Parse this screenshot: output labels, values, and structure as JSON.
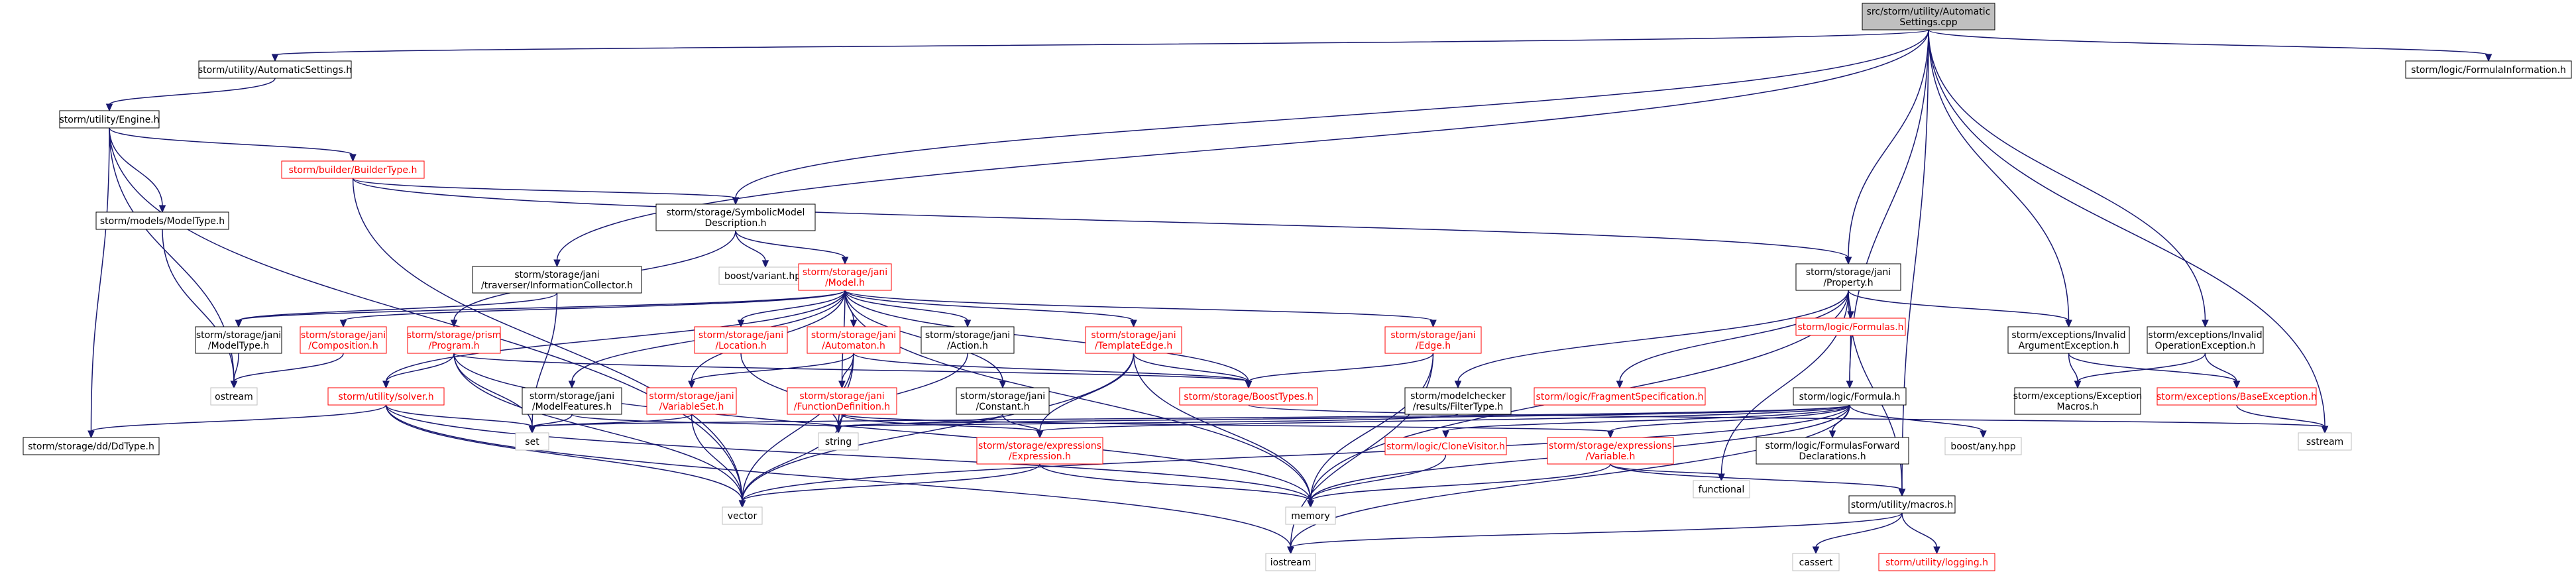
{
  "colors": {
    "edge": "#191970",
    "root_fill": "#bfbfbf",
    "box_stroke": "#000000",
    "missing_stroke": "#bfbfbf",
    "truncated_stroke": "#ff0000",
    "text_default": "#000000",
    "text_truncated": "#ff0000"
  },
  "nodes": [
    {
      "id": "root",
      "lines": [
        "src/storm/utility/Automatic",
        "Settings.cpp"
      ],
      "kind": "root"
    },
    {
      "id": "autoSettings",
      "lines": [
        "storm/utility/AutomaticSettings.h"
      ],
      "kind": "normal"
    },
    {
      "id": "engine",
      "lines": [
        "storm/utility/Engine.h"
      ],
      "kind": "normal"
    },
    {
      "id": "builderType",
      "lines": [
        "storm/builder/BuilderType.h"
      ],
      "kind": "truncated"
    },
    {
      "id": "modelType",
      "lines": [
        "storm/models/ModelType.h"
      ],
      "kind": "normal"
    },
    {
      "id": "symDesc",
      "lines": [
        "storm/storage/SymbolicModel",
        "Description.h"
      ],
      "kind": "normal"
    },
    {
      "id": "traverser",
      "lines": [
        "storm/storage/jani",
        "/traverser/InformationCollector.h"
      ],
      "kind": "normal"
    },
    {
      "id": "janiProperty",
      "lines": [
        "storm/storage/jani",
        "/Property.h"
      ],
      "kind": "normal"
    },
    {
      "id": "formulaInfo",
      "lines": [
        "storm/logic/FormulaInformation.h"
      ],
      "kind": "normal"
    },
    {
      "id": "boostVariant",
      "lines": [
        "boost/variant.hpp"
      ],
      "kind": "missing"
    },
    {
      "id": "janiModel",
      "lines": [
        "storm/storage/jani",
        "/Model.h"
      ],
      "kind": "truncated"
    },
    {
      "id": "janiModelType",
      "lines": [
        "storm/storage/jani",
        "/ModelType.h"
      ],
      "kind": "normal"
    },
    {
      "id": "composition",
      "lines": [
        "storm/storage/jani",
        "/Composition.h"
      ],
      "kind": "truncated"
    },
    {
      "id": "prismProgram",
      "lines": [
        "storm/storage/prism",
        "/Program.h"
      ],
      "kind": "truncated"
    },
    {
      "id": "location",
      "lines": [
        "storm/storage/jani",
        "/Location.h"
      ],
      "kind": "truncated"
    },
    {
      "id": "automaton",
      "lines": [
        "storm/storage/jani",
        "/Automaton.h"
      ],
      "kind": "truncated"
    },
    {
      "id": "action",
      "lines": [
        "storm/storage/jani",
        "/Action.h"
      ],
      "kind": "normal"
    },
    {
      "id": "templateEdge",
      "lines": [
        "storm/storage/jani",
        "/TemplateEdge.h"
      ],
      "kind": "truncated"
    },
    {
      "id": "janiEdge",
      "lines": [
        "storm/storage/jani",
        "/Edge.h"
      ],
      "kind": "truncated"
    },
    {
      "id": "ostream",
      "lines": [
        "ostream"
      ],
      "kind": "missing"
    },
    {
      "id": "solver",
      "lines": [
        "storm/utility/solver.h"
      ],
      "kind": "truncated"
    },
    {
      "id": "ddType",
      "lines": [
        "storm/storage/dd/DdType.h"
      ],
      "kind": "normal"
    },
    {
      "id": "modelFeatures",
      "lines": [
        "storm/storage/jani",
        "/ModelFeatures.h"
      ],
      "kind": "normal"
    },
    {
      "id": "variableSet",
      "lines": [
        "storm/storage/jani",
        "/VariableSet.h"
      ],
      "kind": "truncated"
    },
    {
      "id": "funcDef",
      "lines": [
        "storm/storage/jani",
        "/FunctionDefinition.h"
      ],
      "kind": "truncated"
    },
    {
      "id": "constant",
      "lines": [
        "storm/storage/jani",
        "/Constant.h"
      ],
      "kind": "normal"
    },
    {
      "id": "boostTypes",
      "lines": [
        "storm/storage/BoostTypes.h"
      ],
      "kind": "truncated"
    },
    {
      "id": "filterType",
      "lines": [
        "storm/modelchecker",
        "/results/FilterType.h"
      ],
      "kind": "normal"
    },
    {
      "id": "fragmentSpec",
      "lines": [
        "storm/logic/FragmentSpecification.h"
      ],
      "kind": "truncated"
    },
    {
      "id": "logicFormulas",
      "lines": [
        "storm/logic/Formulas.h"
      ],
      "kind": "truncated"
    },
    {
      "id": "logicFormula",
      "lines": [
        "storm/logic/Formula.h"
      ],
      "kind": "normal"
    },
    {
      "id": "invalidArg",
      "lines": [
        "storm/exceptions/Invalid",
        "ArgumentException.h"
      ],
      "kind": "normal"
    },
    {
      "id": "invalidOp",
      "lines": [
        "storm/exceptions/Invalid",
        "OperationException.h"
      ],
      "kind": "normal"
    },
    {
      "id": "excMacros",
      "lines": [
        "storm/exceptions/Exception",
        "Macros.h"
      ],
      "kind": "normal"
    },
    {
      "id": "baseException",
      "lines": [
        "storm/exceptions/BaseException.h"
      ],
      "kind": "truncated"
    },
    {
      "id": "set",
      "lines": [
        "set"
      ],
      "kind": "missing"
    },
    {
      "id": "string",
      "lines": [
        "string"
      ],
      "kind": "missing"
    },
    {
      "id": "exprExpression",
      "lines": [
        "storm/storage/expressions",
        "/Expression.h"
      ],
      "kind": "truncated"
    },
    {
      "id": "cloneVisitor",
      "lines": [
        "storm/logic/CloneVisitor.h"
      ],
      "kind": "truncated"
    },
    {
      "id": "exprVariable",
      "lines": [
        "storm/storage/expressions",
        "/Variable.h"
      ],
      "kind": "truncated"
    },
    {
      "id": "formulasForward",
      "lines": [
        "storm/logic/FormulasForward",
        "Declarations.h"
      ],
      "kind": "normal"
    },
    {
      "id": "boostAny",
      "lines": [
        "boost/any.hpp"
      ],
      "kind": "missing"
    },
    {
      "id": "sstream",
      "lines": [
        "sstream"
      ],
      "kind": "missing"
    },
    {
      "id": "vector",
      "lines": [
        "vector"
      ],
      "kind": "missing"
    },
    {
      "id": "memory",
      "lines": [
        "memory"
      ],
      "kind": "missing"
    },
    {
      "id": "functional",
      "lines": [
        "functional"
      ],
      "kind": "missing"
    },
    {
      "id": "macros",
      "lines": [
        "storm/utility/macros.h"
      ],
      "kind": "normal"
    },
    {
      "id": "iostream",
      "lines": [
        "iostream"
      ],
      "kind": "missing"
    },
    {
      "id": "cassert",
      "lines": [
        "cassert"
      ],
      "kind": "missing"
    },
    {
      "id": "logging",
      "lines": [
        "storm/utility/logging.h"
      ],
      "kind": "truncated"
    }
  ],
  "edges": [
    [
      "root",
      "autoSettings"
    ],
    [
      "root",
      "symDesc"
    ],
    [
      "root",
      "traverser"
    ],
    [
      "root",
      "janiProperty"
    ],
    [
      "root",
      "logicFormula"
    ],
    [
      "root",
      "invalidArg"
    ],
    [
      "root",
      "invalidOp"
    ],
    [
      "root",
      "sstream"
    ],
    [
      "root",
      "macros"
    ],
    [
      "root",
      "formulaInfo"
    ],
    [
      "autoSettings",
      "engine"
    ],
    [
      "engine",
      "builderType"
    ],
    [
      "engine",
      "modelType"
    ],
    [
      "engine",
      "ostream"
    ],
    [
      "engine",
      "ddType"
    ],
    [
      "engine",
      "vector"
    ],
    [
      "builderType",
      "symDesc"
    ],
    [
      "builderType",
      "janiProperty"
    ],
    [
      "builderType",
      "vector"
    ],
    [
      "modelType",
      "ostream"
    ],
    [
      "symDesc",
      "boostVariant"
    ],
    [
      "symDesc",
      "janiModel"
    ],
    [
      "symDesc",
      "prismProgram"
    ],
    [
      "traverser",
      "janiModelType"
    ],
    [
      "traverser",
      "set"
    ],
    [
      "janiModel",
      "janiModelType"
    ],
    [
      "janiModel",
      "composition"
    ],
    [
      "janiModel",
      "location"
    ],
    [
      "janiModel",
      "automaton"
    ],
    [
      "janiModel",
      "action"
    ],
    [
      "janiModel",
      "templateEdge"
    ],
    [
      "janiModel",
      "janiEdge"
    ],
    [
      "janiModel",
      "solver"
    ],
    [
      "janiModel",
      "modelFeatures"
    ],
    [
      "janiModel",
      "variableSet"
    ],
    [
      "janiModel",
      "funcDef"
    ],
    [
      "janiModel",
      "constant"
    ],
    [
      "janiModel",
      "boostTypes"
    ],
    [
      "janiModel",
      "memory"
    ],
    [
      "janiModelType",
      "ostream"
    ],
    [
      "composition",
      "ostream"
    ],
    [
      "prismProgram",
      "solver"
    ],
    [
      "prismProgram",
      "boostTypes"
    ],
    [
      "prismProgram",
      "set"
    ],
    [
      "prismProgram",
      "vector"
    ],
    [
      "prismProgram",
      "memory"
    ],
    [
      "location",
      "string"
    ],
    [
      "automaton",
      "variableSet"
    ],
    [
      "automaton",
      "funcDef"
    ],
    [
      "automaton",
      "boostTypes"
    ],
    [
      "automaton",
      "string"
    ],
    [
      "automaton",
      "vector"
    ],
    [
      "action",
      "string"
    ],
    [
      "templateEdge",
      "boostTypes"
    ],
    [
      "templateEdge",
      "exprExpression"
    ],
    [
      "templateEdge",
      "vector"
    ],
    [
      "templateEdge",
      "memory"
    ],
    [
      "janiEdge",
      "boostTypes"
    ],
    [
      "janiEdge",
      "memory"
    ],
    [
      "janiEdge",
      "iostream"
    ],
    [
      "solver",
      "ddType"
    ],
    [
      "solver",
      "set"
    ],
    [
      "solver",
      "vector"
    ],
    [
      "solver",
      "memory"
    ],
    [
      "solver",
      "iostream"
    ],
    [
      "modelFeatures",
      "set"
    ],
    [
      "modelFeatures",
      "string"
    ],
    [
      "variableSet",
      "set"
    ],
    [
      "variableSet",
      "vector"
    ],
    [
      "funcDef",
      "exprExpression"
    ],
    [
      "funcDef",
      "exprVariable"
    ],
    [
      "funcDef",
      "string"
    ],
    [
      "funcDef",
      "vector"
    ],
    [
      "constant",
      "exprExpression"
    ],
    [
      "constant",
      "string"
    ],
    [
      "boostTypes",
      "sstream"
    ],
    [
      "janiProperty",
      "filterType"
    ],
    [
      "janiProperty",
      "fragmentSpec"
    ],
    [
      "janiProperty",
      "logicFormulas"
    ],
    [
      "janiProperty",
      "invalidArg"
    ],
    [
      "janiProperty",
      "memory"
    ],
    [
      "janiProperty",
      "functional"
    ],
    [
      "janiProperty",
      "macros"
    ],
    [
      "filterType",
      "string"
    ],
    [
      "logicFormulas",
      "logicFormula"
    ],
    [
      "logicFormula",
      "cloneVisitor"
    ],
    [
      "logicFormula",
      "exprVariable"
    ],
    [
      "logicFormula",
      "formulasForward"
    ],
    [
      "logicFormula",
      "boostAny"
    ],
    [
      "logicFormula",
      "exprExpression"
    ],
    [
      "logicFormula",
      "set"
    ],
    [
      "logicFormula",
      "string"
    ],
    [
      "logicFormula",
      "vector"
    ],
    [
      "logicFormula",
      "memory"
    ],
    [
      "logicFormula",
      "iostream"
    ],
    [
      "invalidArg",
      "excMacros"
    ],
    [
      "invalidArg",
      "baseException"
    ],
    [
      "invalidOp",
      "excMacros"
    ],
    [
      "invalidOp",
      "baseException"
    ],
    [
      "baseException",
      "sstream"
    ],
    [
      "exprExpression",
      "vector"
    ],
    [
      "exprExpression",
      "memory"
    ],
    [
      "cloneVisitor",
      "memory"
    ],
    [
      "exprVariable",
      "memory"
    ],
    [
      "exprVariable",
      "functional"
    ],
    [
      "exprVariable",
      "macros"
    ],
    [
      "macros",
      "iostream"
    ],
    [
      "macros",
      "cassert"
    ],
    [
      "macros",
      "logging"
    ]
  ]
}
